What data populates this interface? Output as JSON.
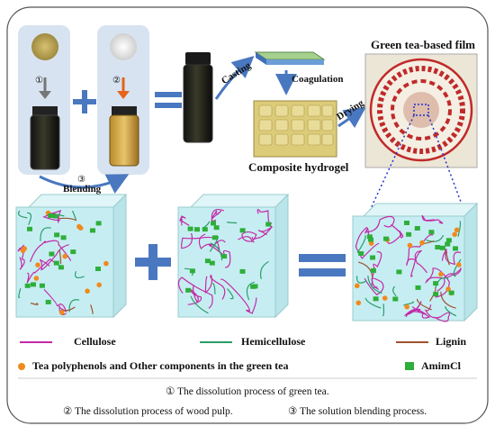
{
  "process": {
    "casting": "Casting",
    "coagulation": "Coagulation",
    "drying": "Drying",
    "blending": "Blending",
    "blending_marker": "③",
    "marker_tea": "①",
    "marker_pulp": "②",
    "film_title": "Green tea-based film",
    "hydrogel_label": "Composite hydrogel"
  },
  "legend": {
    "cellulose": "Cellulose",
    "hemicellulose": "Hemicellulose",
    "lignin": "Lignin",
    "polyphenols": "Tea polyphenols and Other components in the green tea",
    "amimcl": "AmimCl"
  },
  "captions": {
    "c1": "① The dissolution process of green tea.",
    "c2": "② The dissolution process of wood pulp.",
    "c3": "③ The solution blending process."
  },
  "colors": {
    "cellulose": "#c32aa8",
    "hemicellulose": "#2a9e6a",
    "lignin": "#a0522d",
    "polyphenols": "#f08a1c",
    "amimcl": "#2fae3a",
    "arrow_blue": "#4a78c0",
    "cube_face": "#c6eef2",
    "panel_bg": "#d6e2f2"
  }
}
